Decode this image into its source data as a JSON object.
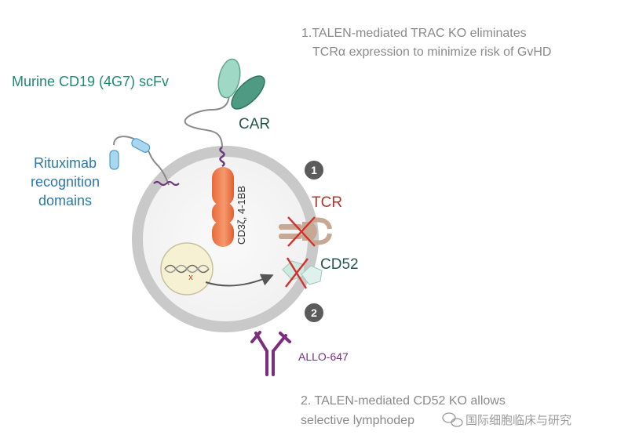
{
  "notes": {
    "note1_line1": "1.TALEN-mediated TRAC KO eliminates",
    "note1_line2": "TCRα expression to minimize risk of GvHD",
    "note2_line1": "2. TALEN-mediated CD52 KO allows",
    "note2_line2": "selective lymphodep"
  },
  "labels": {
    "scfv": "Murine CD19 (4G7) scFv",
    "car": "CAR",
    "rituximab_line1": "Rituximab",
    "rituximab_line2": "recognition",
    "rituximab_line3": "domains",
    "costim": "CD3ζ, 4-1BB",
    "tcr": "TCR",
    "cd52": "CD52",
    "allo": "ALLO-647",
    "dna_mark": "x"
  },
  "markers": {
    "step1": "1",
    "step2": "2"
  },
  "watermark": {
    "text": "国际细胞临床与研究"
  },
  "colors": {
    "teal": "#1f8a72",
    "car_dark": "#23574a",
    "blue_text": "#2b78a8",
    "red_label": "#b8302a",
    "purple": "#7b2d7e",
    "orange": "#ef7a4a",
    "grey_text": "#8a8a8a",
    "membrane": "#cfcfcf",
    "badge": "#5b5b5b"
  }
}
